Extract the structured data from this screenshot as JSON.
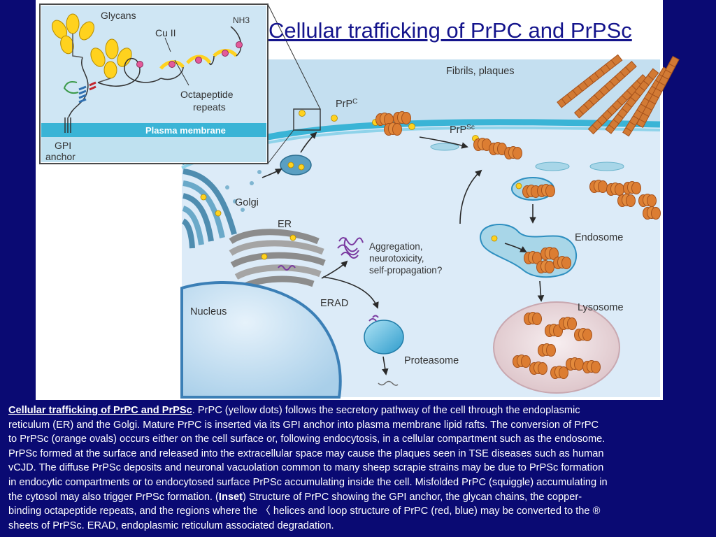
{
  "slide": {
    "title": "Cellular trafficking of PrPC and PrPSc"
  },
  "colors": {
    "slide_background": "#0a0a73",
    "title_text": "#14148c",
    "prpc_dot": "#ffd21e",
    "prpsc_aggregate": "#dc7d32",
    "membrane": "#3ab4d6",
    "cytoplasm": "#dcebf8"
  },
  "inset": {
    "glycans": "Glycans",
    "nh3": "NH3",
    "cu": "Cu II",
    "octapeptide_1": "Octapeptide",
    "octapeptide_2": "repeats",
    "plasma_membrane": "Plasma membrane",
    "gpi_1": "GPI",
    "gpi_2": "anchor"
  },
  "diagram": {
    "fibrils": "Fibrils, plaques",
    "prpc_base": "PrP",
    "prpc_sup": "C",
    "prpsc_base": "PrP",
    "prpsc_sup": "Sc",
    "golgi": "Golgi",
    "er": "ER",
    "aggregation_1": "Aggregation,",
    "aggregation_2": "neurotoxicity,",
    "aggregation_3": "self-propagation?",
    "endosome": "Endosome",
    "nucleus": "Nucleus",
    "erad": "ERAD",
    "lysosome": "Lysosome",
    "proteasome": "Proteasome"
  },
  "caption": {
    "title": "Cellular trafficking of PrPC and PrPSc",
    "line1_rest": ". PrPC (yellow dots) follows the secretory pathway of the cell through the endoplasmic",
    "line2": "reticulum (ER) and the Golgi. Mature PrPC is inserted via its GPI anchor into plasma membrane lipid rafts. The conversion of PrPC",
    "line3": "to PrPSc (orange ovals) occurs either on the cell surface or, following endocytosis, in a cellular compartment such as the endosome.",
    "line4": "PrPSc formed at the surface and released into the extracellular space may cause the plaques seen in TSE diseases such as human",
    "line5": "vCJD. The diffuse PrPSc deposits and neuronal vacuolation common to many sheep scrapie strains may be due to PrPSc formation",
    "line6": "in endocytic compartments or to endocytosed surface PrPSc accumulating inside the cell. Misfolded PrPC (squiggle) accumulating in",
    "line7_a": "the cytosol may also trigger PrPSc formation. (",
    "line7_inset": "Inset",
    "line7_b": ") Structure of PrPC showing the GPI anchor, the glycan chains, the copper-",
    "line8": "binding octapeptide repeats, and the regions where the 〈 helices and loop structure of PrPC (red, blue) may be converted to the ®",
    "line9": "sheets of PrPSc. ERAD, endoplasmic reticulum associated degradation."
  }
}
